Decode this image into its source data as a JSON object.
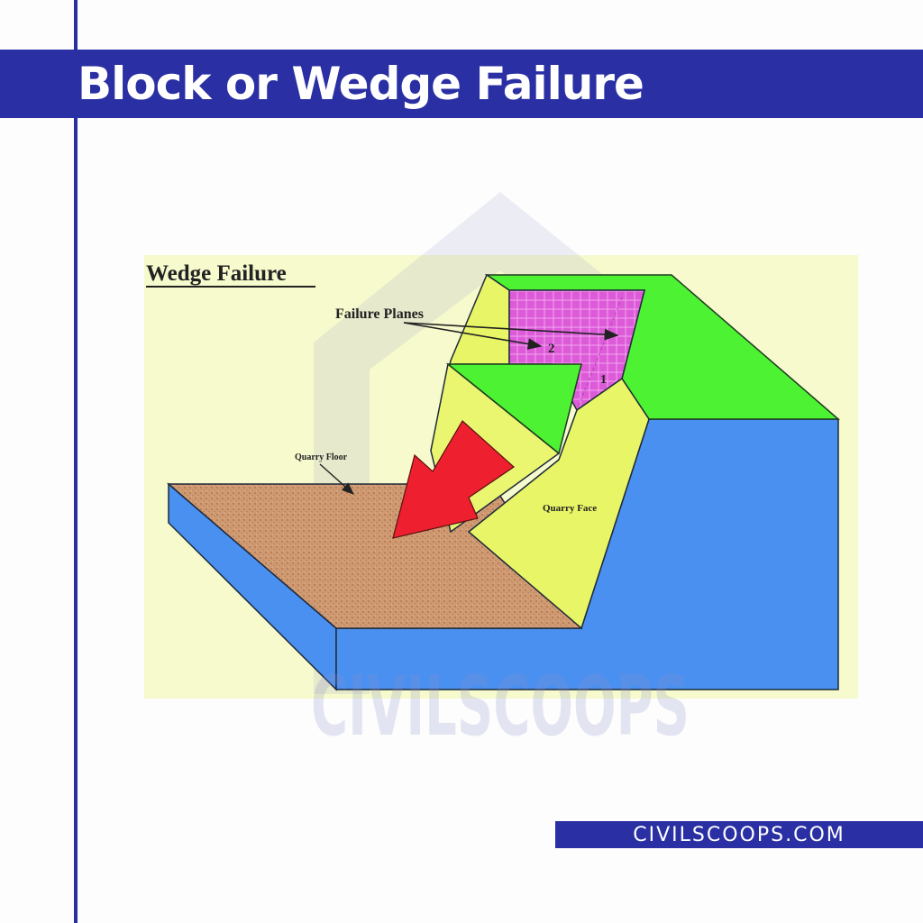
{
  "header": {
    "title": "Block or Wedge Failure"
  },
  "diagram": {
    "heading": "Wedge Failure",
    "labels": {
      "failure_planes": "Failure Planes",
      "plane_1": "1",
      "plane_2": "2",
      "quarry_floor": "Quarry Floor",
      "quarry_face": "Quarry Face"
    },
    "watermark": "CIVILSCOOPS",
    "colors": {
      "background": "#f6facc",
      "rock_top": "#4df233",
      "rock_side": "#4a90f0",
      "quarry_face": "#e8f566",
      "failure_plane": "#e060e0",
      "floor": "#c89570",
      "arrow": "#ee2030",
      "brand": "#2a2fa3"
    }
  },
  "footer": {
    "site": "CIVILSCOOPS.COM"
  }
}
